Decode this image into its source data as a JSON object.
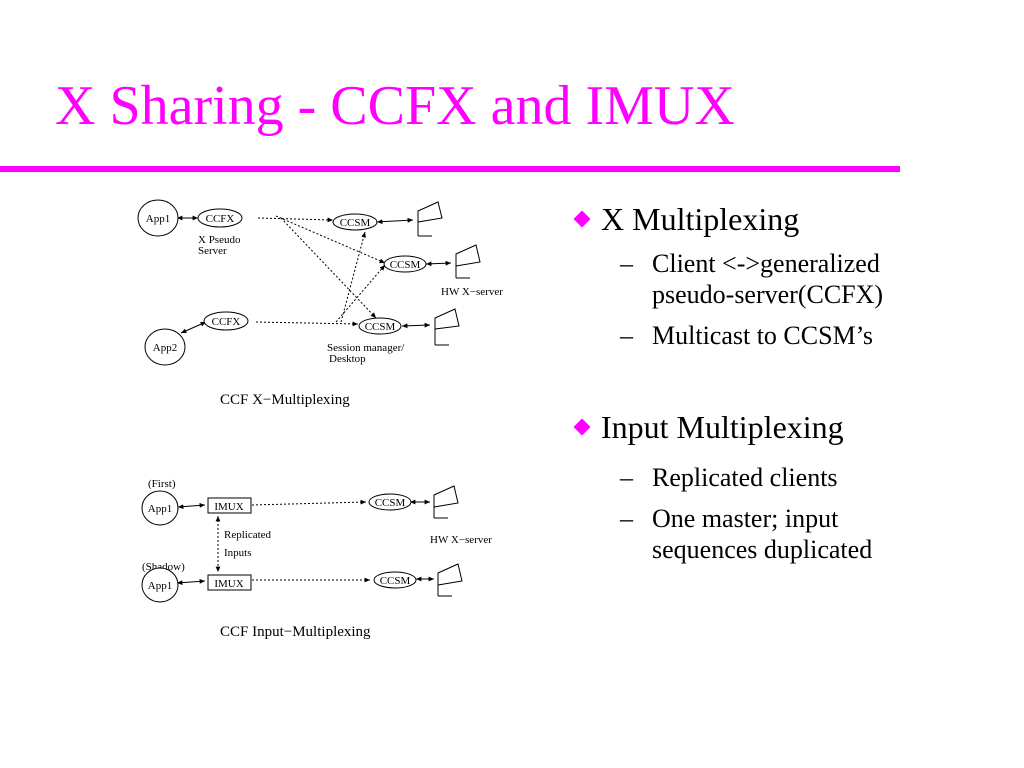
{
  "slide": {
    "title": "X Sharing - CCFX and IMUX",
    "accent_color": "#ff00ff"
  },
  "bullets": [
    {
      "text": "X Multiplexing",
      "subitems": [
        "Client <->generalized",
        "pseudo-server(CCFX)",
        "Multicast to CCSM’s"
      ]
    },
    {
      "text": "Input Multiplexing",
      "subitems": [
        "Replicated clients",
        "One master; input",
        "sequences duplicated"
      ]
    }
  ],
  "diagram_top": {
    "caption": "CCF X−Multiplexing",
    "app1": "App1",
    "app2": "App2",
    "ccfx1": "CCFX",
    "ccfx2": "CCFX",
    "pseudo_line1": "X Pseudo",
    "pseudo_line2": "Server",
    "ccsm": "CCSM",
    "hw_server": "HW X−server",
    "session_line1": "Session manager/",
    "session_line2": "Desktop"
  },
  "diagram_bottom": {
    "caption": "CCF Input−Multiplexing",
    "first": "(First)",
    "shadow": "(Shadow)",
    "app1": "App1",
    "imux": "IMUX",
    "replicated_line1": "Replicated",
    "replicated_line2": "Inputs",
    "ccsm": "CCSM",
    "hw_server": "HW X−server"
  }
}
